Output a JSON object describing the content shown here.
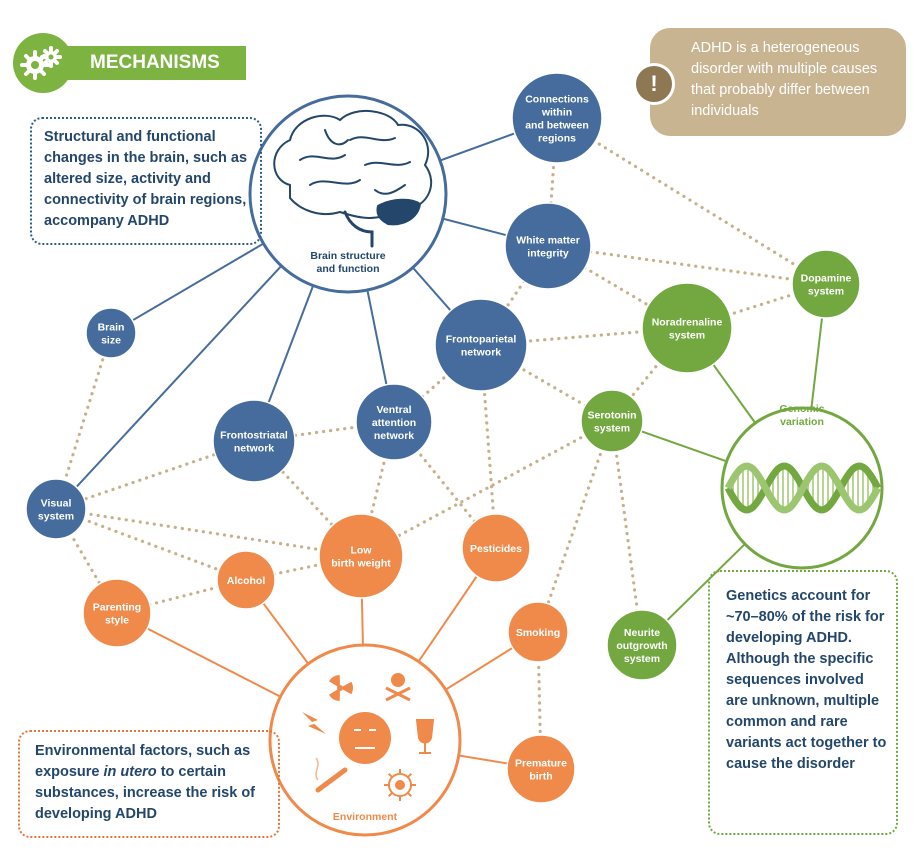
{
  "header": {
    "title": "MECHANISMS",
    "icon": "gears-icon"
  },
  "note": {
    "icon": "exclamation-icon",
    "symbol": "!",
    "text": "ADHD is a heterogeneous disorder with multiple causes that probably differ between individuals"
  },
  "callouts": {
    "brain": "Structural and functional changes in the brain, such as altered size, activity and connectivity of brain regions, accompany ADHD",
    "environment": {
      "before": "Environmental factors, such as exposure ",
      "italic": "in utero",
      "after": " to certain substances, increase the risk of developing ADHD"
    },
    "genetics": "Genetics account for ~70–80% of the risk for developing ADHD. Although the specific sequences involved are unknown, multiple common and rare variants act together to cause the disorder"
  },
  "hubs": {
    "brain": {
      "label": [
        "Brain structure",
        "and function"
      ],
      "icon": "brain-icon"
    },
    "genomic": {
      "label": [
        "Genomic",
        "variation"
      ],
      "icon": "dna-helix-icon"
    },
    "environment": {
      "label": [
        "Environment"
      ],
      "icons": [
        "radiation-icon",
        "skull-crossbones-icon",
        "lightning-icon",
        "wine-glass-icon",
        "cigarette-icon",
        "virus-icon",
        "sick-face-icon"
      ]
    }
  },
  "nodes": {
    "connections": [
      "Connections",
      "within",
      "and between",
      "regions"
    ],
    "white_matter": [
      "White matter",
      "integrity"
    ],
    "brain_size": [
      "Brain",
      "size"
    ],
    "frontoparietal": [
      "Frontoparietal",
      "network"
    ],
    "frontostriatal": [
      "Frontostriatal",
      "network"
    ],
    "ventral": [
      "Ventral",
      "attention",
      "network"
    ],
    "visual": [
      "Visual",
      "system"
    ],
    "dopamine": [
      "Dopamine",
      "system"
    ],
    "noradrenaline": [
      "Noradrenaline",
      "system"
    ],
    "serotonin": [
      "Serotonin",
      "system"
    ],
    "neurite": [
      "Neurite",
      "outgrowth",
      "system"
    ],
    "low_birth": [
      "Low",
      "birth weight"
    ],
    "pesticides": [
      "Pesticides"
    ],
    "alcohol": [
      "Alcohol"
    ],
    "parenting": [
      "Parenting",
      "style"
    ],
    "smoking": [
      "Smoking"
    ],
    "premature": [
      "Premature",
      "birth"
    ]
  },
  "colors": {
    "brain_blue": "#456c9c",
    "brain_dark": "#23466a",
    "genetic_green": "#72a83f",
    "env_orange": "#f08a4b",
    "note_tan": "#c8b491",
    "dotted_link": "#c7b08a"
  }
}
